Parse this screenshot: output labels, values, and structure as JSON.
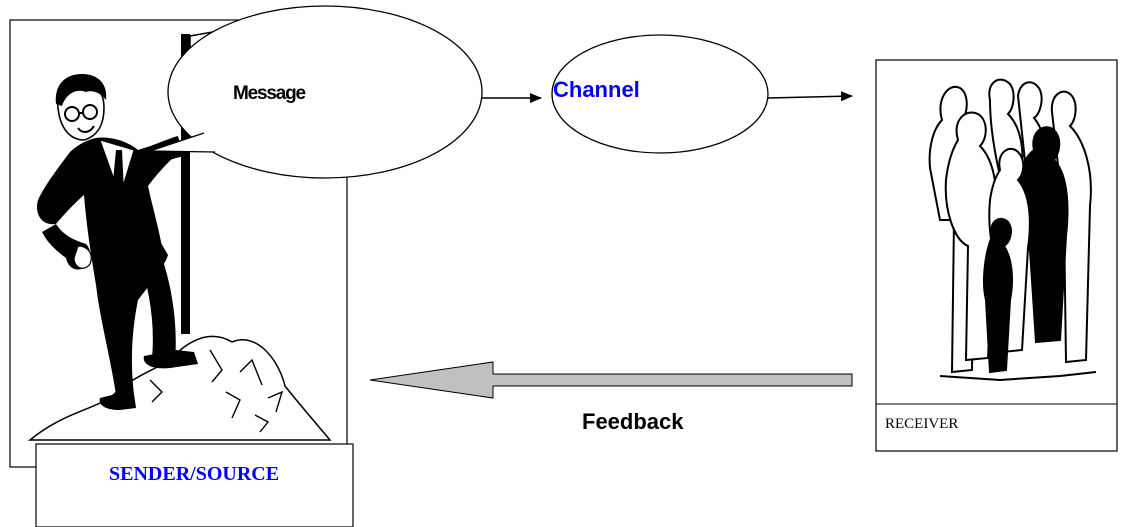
{
  "diagram": {
    "labels": {
      "message": "Message",
      "channel": "Channel",
      "feedback": "Feedback",
      "sender": "SENDER/SOURCE",
      "receiver": "RECEIVER"
    },
    "colors": {
      "stroke": "#000000",
      "label_blue": "#0000ff",
      "feedback_arrow_fill": "#c0c0c0"
    },
    "icons": {
      "sender_figure": "businessman-on-rock-icon",
      "receiver_figure": "group-of-people-icon"
    }
  }
}
